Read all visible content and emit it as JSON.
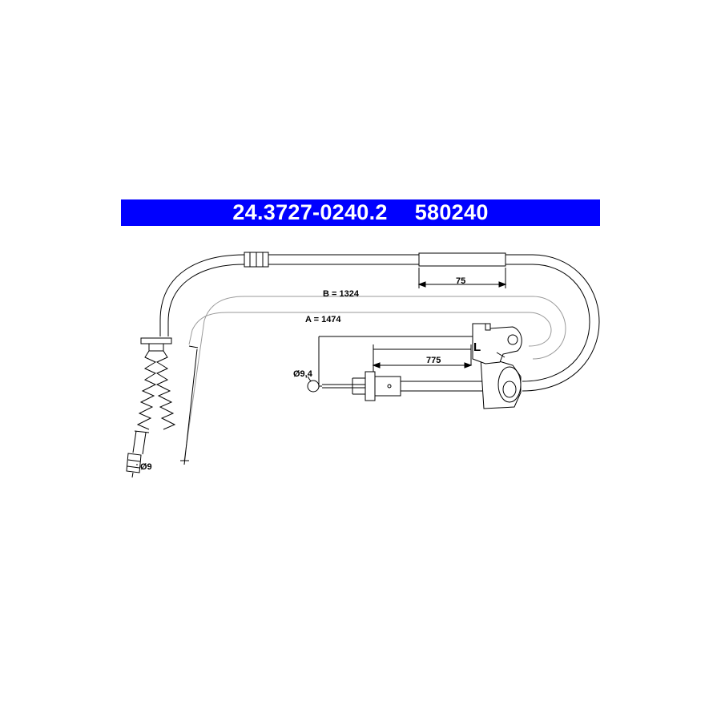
{
  "header": {
    "part_number": "24.3727-0240.2",
    "ref_number": "580240"
  },
  "dimensions": {
    "b_length": "B = 1324",
    "a_length": "A = 1474",
    "sleeve": "75",
    "inner": "775",
    "dia_left": "Ø9",
    "dia_right": "Ø9,4"
  },
  "side_marker": "L",
  "colors": {
    "header_bg": "#0000ff",
    "header_text": "#ffffff",
    "line": "#000000"
  }
}
